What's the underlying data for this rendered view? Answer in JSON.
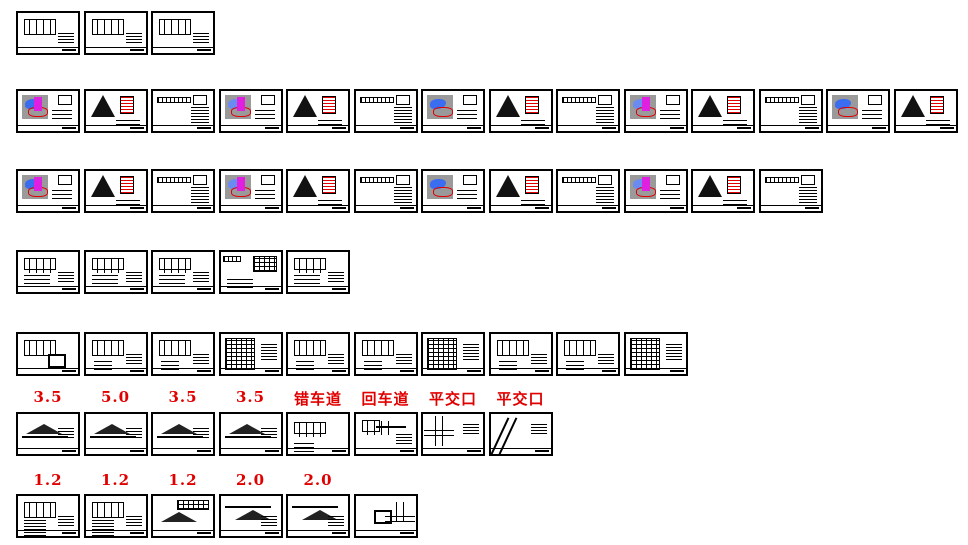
{
  "sheet_rows": [
    {
      "count": 3
    },
    {
      "count": 14
    },
    {
      "count": 12
    },
    {
      "count": 5
    },
    {
      "count": 10
    },
    {
      "count": 8,
      "labels": [
        "3.5",
        "5.0",
        "3.5",
        "3.5",
        "错车道",
        "回车道",
        "平交口",
        "平交口"
      ]
    },
    {
      "count": 6,
      "labels": [
        "1.2",
        "1.2",
        "1.2",
        "2.0",
        "2.0",
        ""
      ]
    }
  ],
  "colors": {
    "label": "#e00000",
    "water": "#3a6df0",
    "site": "#9a9a9a",
    "highlight": "#e020e0"
  },
  "icons": [
    "plan-map-icon",
    "detail-drawing-icon",
    "profile-drawing-icon",
    "section-drawing-icon"
  ]
}
